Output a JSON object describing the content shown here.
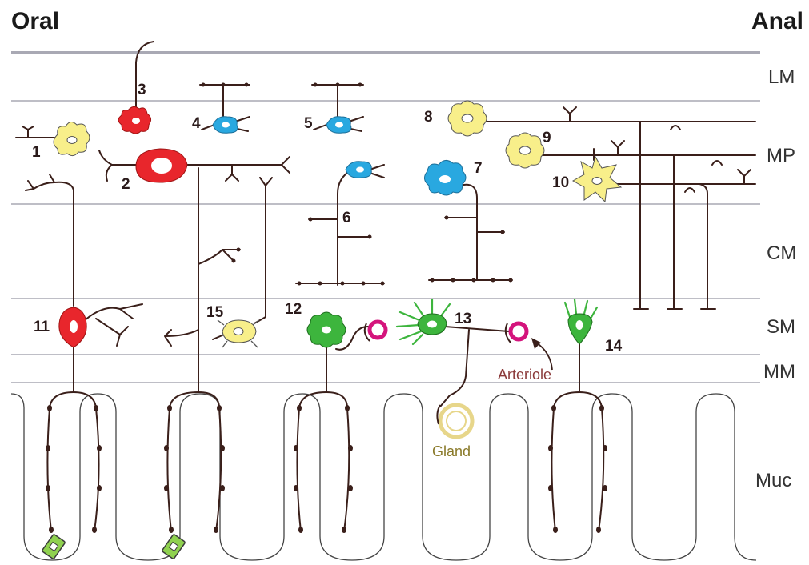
{
  "orientation": {
    "left": "Oral",
    "right": "Anal"
  },
  "layers": [
    "LM",
    "MP",
    "CM",
    "SM",
    "MM",
    "Muc"
  ],
  "neurons": [
    "1",
    "2",
    "3",
    "4",
    "5",
    "6",
    "7",
    "8",
    "9",
    "10",
    "11",
    "12",
    "13",
    "14",
    "15"
  ],
  "structures": {
    "arteriole": "Arteriole",
    "gland": "Gland"
  },
  "colors": {
    "red": "#e8262c",
    "blue": "#29a8e0",
    "yellow": "#f8ef8a",
    "green": "#3db53d",
    "axon": "#3a1f1a",
    "layer_line": "#a9a9b4",
    "arteriole": "#d4147c",
    "gland": "#efe2a0"
  }
}
